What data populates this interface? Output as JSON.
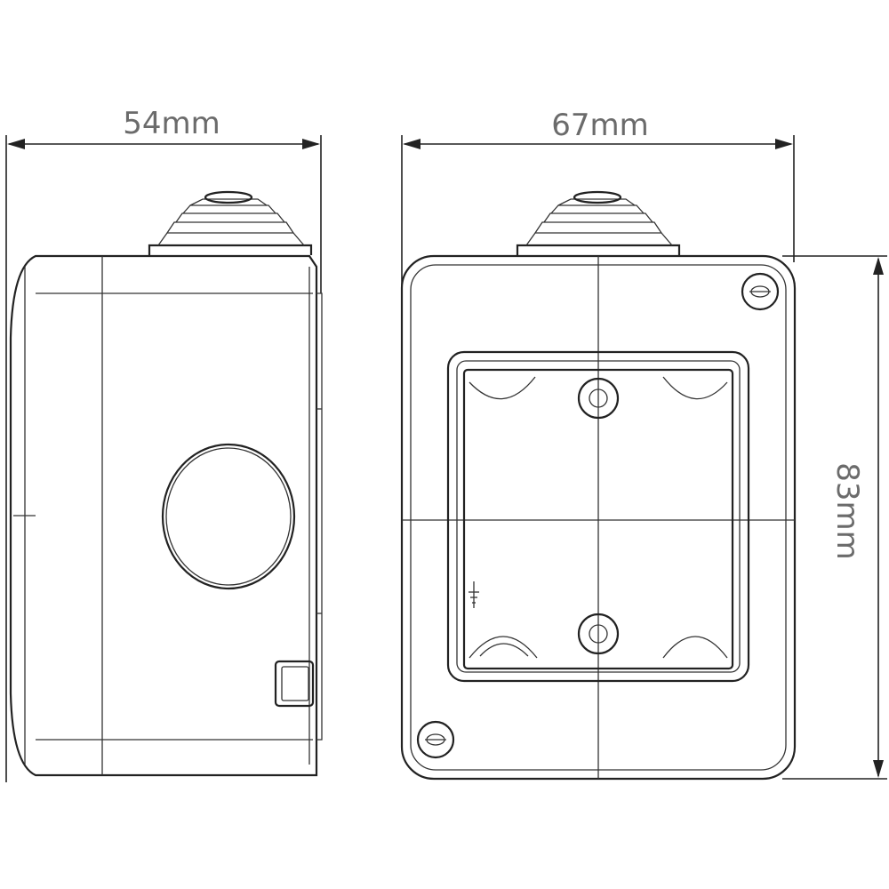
{
  "dimensions": {
    "side_width": "54mm",
    "front_width": "67mm",
    "height": "83mm"
  },
  "colors": {
    "line": "#222222",
    "label": "#6b6b6b",
    "background": "#ffffff"
  }
}
